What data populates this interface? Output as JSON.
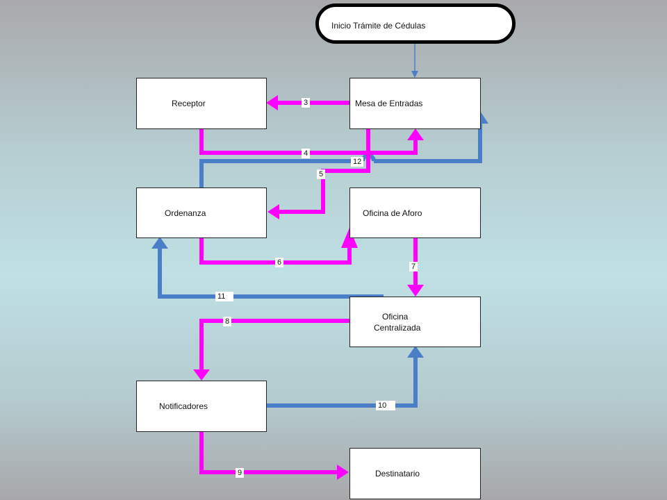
{
  "start": {
    "label": "Inicio Trámite de Cédulas"
  },
  "nodes": {
    "receptor": "Receptor",
    "mesa": "Mesa de Entradas",
    "ordenanza": "Ordenanza",
    "aforo": "Oficina de Aforo",
    "centralizada_1": "Oficina",
    "centralizada_2": "Centralizada",
    "notificadores": "Notificadores",
    "destinatario": "Destinatario"
  },
  "edges": {
    "e3": "3",
    "e4": "4",
    "e5": "5",
    "e6": "6",
    "e7": "7",
    "e8": "8",
    "e9": "9",
    "e10": "10",
    "e11": "11",
    "e12": "12"
  },
  "colors": {
    "forward": "#ff00ff",
    "return": "#4a7ec8",
    "start_arrow": "#4a7ec8"
  }
}
